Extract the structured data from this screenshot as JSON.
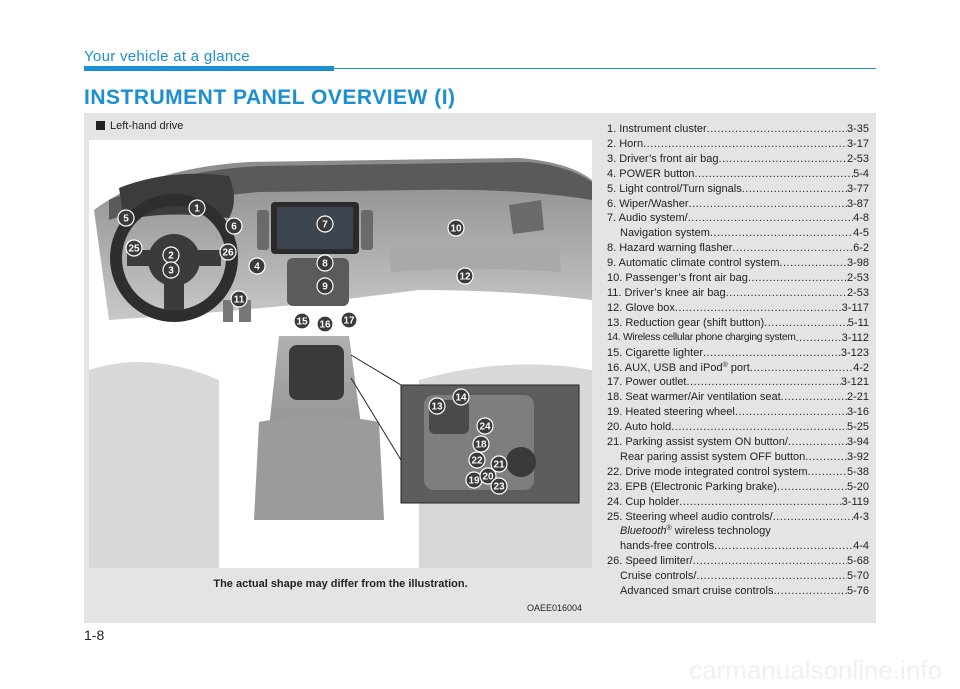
{
  "header": {
    "section_title": "Your vehicle at a glance",
    "page_title": "INSTRUMENT PANEL OVERVIEW (I)"
  },
  "illustration": {
    "caption_tag": "Left-hand drive",
    "note": "The actual shape may differ from the illustration.",
    "image_code": "OAEE016004",
    "callouts": [
      "1",
      "2",
      "3",
      "4",
      "5",
      "6",
      "7",
      "8",
      "9",
      "10",
      "11",
      "12",
      "13",
      "14",
      "15",
      "16",
      "17",
      "18",
      "19",
      "20",
      "21",
      "22",
      "23",
      "24",
      "25",
      "26"
    ]
  },
  "items": [
    {
      "label": "1. Instrument cluster",
      "page": "3-35"
    },
    {
      "label": "2. Horn",
      "page": "3-17"
    },
    {
      "label": "3. Driver’s front air bag",
      "page": "2-53"
    },
    {
      "label": "4. POWER button",
      "page": "5-4"
    },
    {
      "label": "5. Light control/Turn signals",
      "page": "3-77"
    },
    {
      "label": "6. Wiper/Washer",
      "page": "3-87"
    },
    {
      "label": "7. Audio system/",
      "page": "4-8"
    },
    {
      "label": "Navigation system",
      "page": "4-5"
    },
    {
      "label": "8. Hazard warning flasher",
      "page": "6-2"
    },
    {
      "label": "9. Automatic climate control system",
      "page": "3-98"
    },
    {
      "label": "10. Passenger’s front air bag",
      "page": "2-53"
    },
    {
      "label": "11. Driver’s knee air bag",
      "page": "2-53"
    },
    {
      "label": "12. Glove box",
      "page": "3-117"
    },
    {
      "label": "13. Reduction gear (shift button)",
      "page": "5-11"
    },
    {
      "label": "14. Wireless cellular phone charging system",
      "page": "3-112"
    },
    {
      "label": "15. Cigarette lighter",
      "page": "3-123"
    },
    {
      "label": "16. AUX, USB and iPod",
      "sup": "®",
      "label_after": " port",
      "page": "4-2"
    },
    {
      "label": "17. Power outlet",
      "page": "3-121"
    },
    {
      "label": "18. Seat warmer/Air ventilation seat",
      "page": "2-21"
    },
    {
      "label": "19. Heated steering wheel",
      "page": "3-16"
    },
    {
      "label": "20. Auto hold",
      "page": "5-25"
    },
    {
      "label": "21. Parking assist system ON button/",
      "page": "3-94"
    },
    {
      "label": "Rear paring assist system OFF button",
      "page": "3-92"
    },
    {
      "label": "22. Drive mode integrated control system",
      "page": "5-38"
    },
    {
      "label": "23. EPB (Electronic Parking brake)",
      "page": "5-20"
    },
    {
      "label": "24. Cup holder",
      "page": "3-119"
    },
    {
      "label": "25. Steering wheel audio controls/",
      "page": "4-3"
    },
    {
      "label": "Bluetooth",
      "sup": "®",
      "label_after": " wireless technology"
    },
    {
      "label": "hands-free controls",
      "page": "4-4"
    },
    {
      "label": "26. Speed limiter/",
      "page": "5-68"
    },
    {
      "label": "Cruise controls/",
      "page": "5-70"
    },
    {
      "label": "Advanced smart cruise controls",
      "page": "5-76"
    }
  ],
  "footer": {
    "page_number": "1-8",
    "watermark": "carmanualsonline.info"
  },
  "colors": {
    "accent": "#1b8fd0",
    "panel_bg": "#e4e4e4",
    "callout": "#3a3a3a"
  }
}
